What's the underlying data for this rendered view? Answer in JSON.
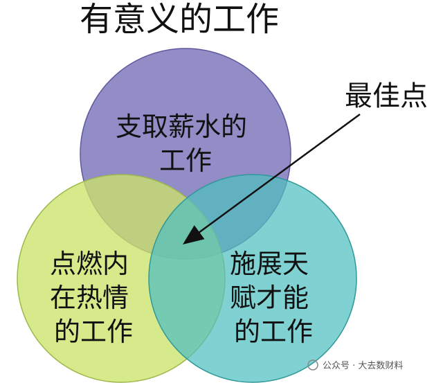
{
  "diagram": {
    "title": "有意义的工作",
    "callout": "最佳点",
    "circles": [
      {
        "id": "salary",
        "lines": [
          "支取薪水的",
          "工作"
        ],
        "color": "#7f78bd"
      },
      {
        "id": "passion",
        "lines": [
          "点燃内",
          "在热情",
          "的工作"
        ],
        "color": "#cbe36a"
      },
      {
        "id": "talent",
        "lines": [
          "施展天",
          "赋才能",
          "的工作"
        ],
        "color": "#4fbfbf"
      }
    ]
  },
  "watermark": {
    "text": "公众号 · 大去数财料"
  }
}
